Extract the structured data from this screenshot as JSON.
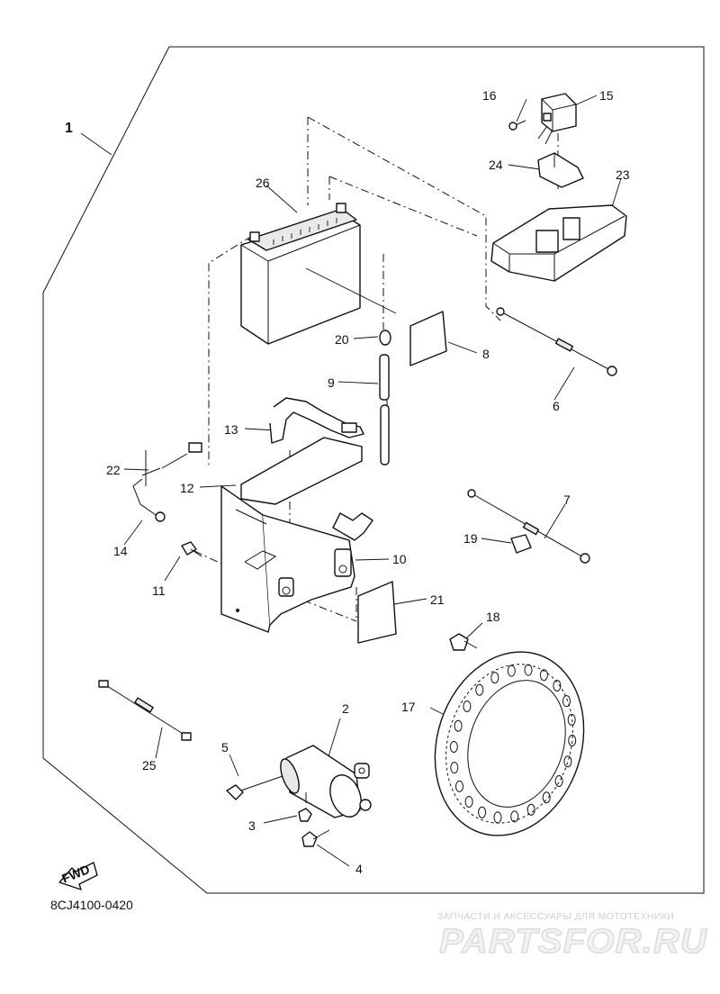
{
  "diagram": {
    "assembly_callout": "1",
    "callouts": [
      "2",
      "3",
      "4",
      "5",
      "6",
      "7",
      "8",
      "9",
      "10",
      "11",
      "12",
      "13",
      "14",
      "15",
      "16",
      "17",
      "18",
      "19",
      "20",
      "21",
      "22",
      "23",
      "24",
      "25",
      "26"
    ],
    "fwd_label": "FWD",
    "drawing_code": "8CJ4100-0420"
  },
  "watermark": {
    "subtitle": "ЗАПЧАСТИ И АКСЕССУАРЫ ДЛЯ МОТОТЕХНИКИ",
    "brand": "PARTSFOR.RU",
    "color": "#d7d7d7"
  }
}
